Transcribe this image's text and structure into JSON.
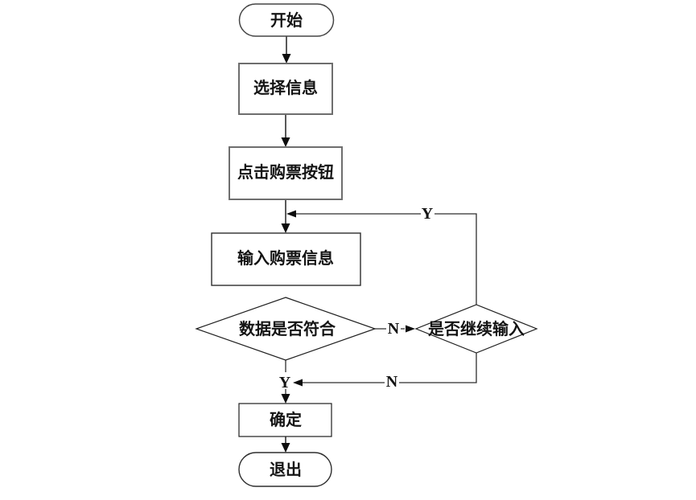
{
  "page": {
    "background": "#ffffff"
  },
  "diagram": {
    "type": "flowchart",
    "nodes": {
      "start": {
        "label": "开始",
        "shape": "terminator"
      },
      "select_info": {
        "label": "选择信息",
        "shape": "process"
      },
      "click_buy_button": {
        "label": "点击购票按钮",
        "shape": "process"
      },
      "input_ticket_info": {
        "label": "输入购票信息",
        "shape": "process"
      },
      "data_valid": {
        "label": "数据是否符合",
        "shape": "decision"
      },
      "continue_input": {
        "label": "是否继续输入",
        "shape": "decision"
      },
      "confirm": {
        "label": "确定",
        "shape": "process"
      },
      "exit": {
        "label": "退出",
        "shape": "terminator"
      }
    },
    "edges": [
      {
        "from": "start",
        "to": "select_info",
        "label": ""
      },
      {
        "from": "select_info",
        "to": "click_buy_button",
        "label": ""
      },
      {
        "from": "click_buy_button",
        "to": "input_ticket_info",
        "label": ""
      },
      {
        "from": "continue_input",
        "to": "input_ticket_info",
        "label": "Y"
      },
      {
        "from": "data_valid",
        "to": "continue_input",
        "label": "N"
      },
      {
        "from": "data_valid",
        "to": "confirm",
        "label": "Y"
      },
      {
        "from": "continue_input",
        "to": "confirm",
        "label": "N"
      },
      {
        "from": "confirm",
        "to": "exit",
        "label": ""
      }
    ],
    "colors": {
      "background": "#ffffff",
      "node_fill": "#ffffff",
      "connector": "#595959",
      "outline": "#1f1f1f",
      "text": "#141414"
    }
  }
}
